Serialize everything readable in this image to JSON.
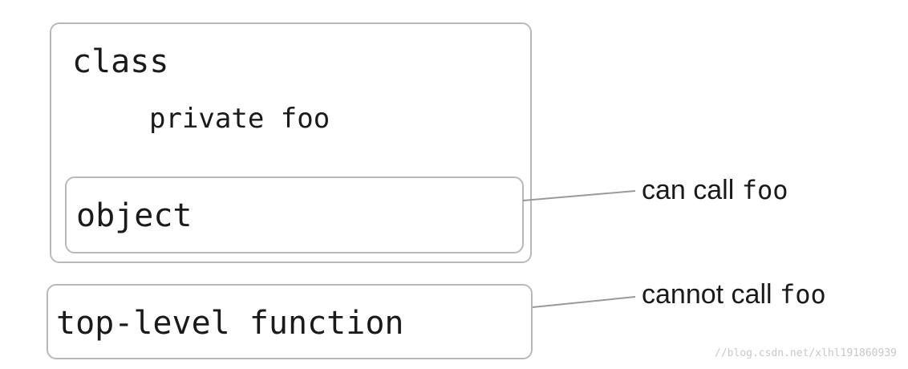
{
  "class_box": {
    "keyword": "class",
    "member": "private foo"
  },
  "object_box": {
    "label": "object"
  },
  "function_box": {
    "label": "top-level function"
  },
  "annotations": {
    "can_call_prefix": "can call",
    "can_call_code": "foo",
    "cannot_call_prefix": "cannot call",
    "cannot_call_code": "foo"
  },
  "watermark": "//blog.csdn.net/xlhl191860939",
  "colors": {
    "border": "#b9b9b9",
    "connector": "#9a9a9a",
    "text": "#1a1a1a"
  }
}
